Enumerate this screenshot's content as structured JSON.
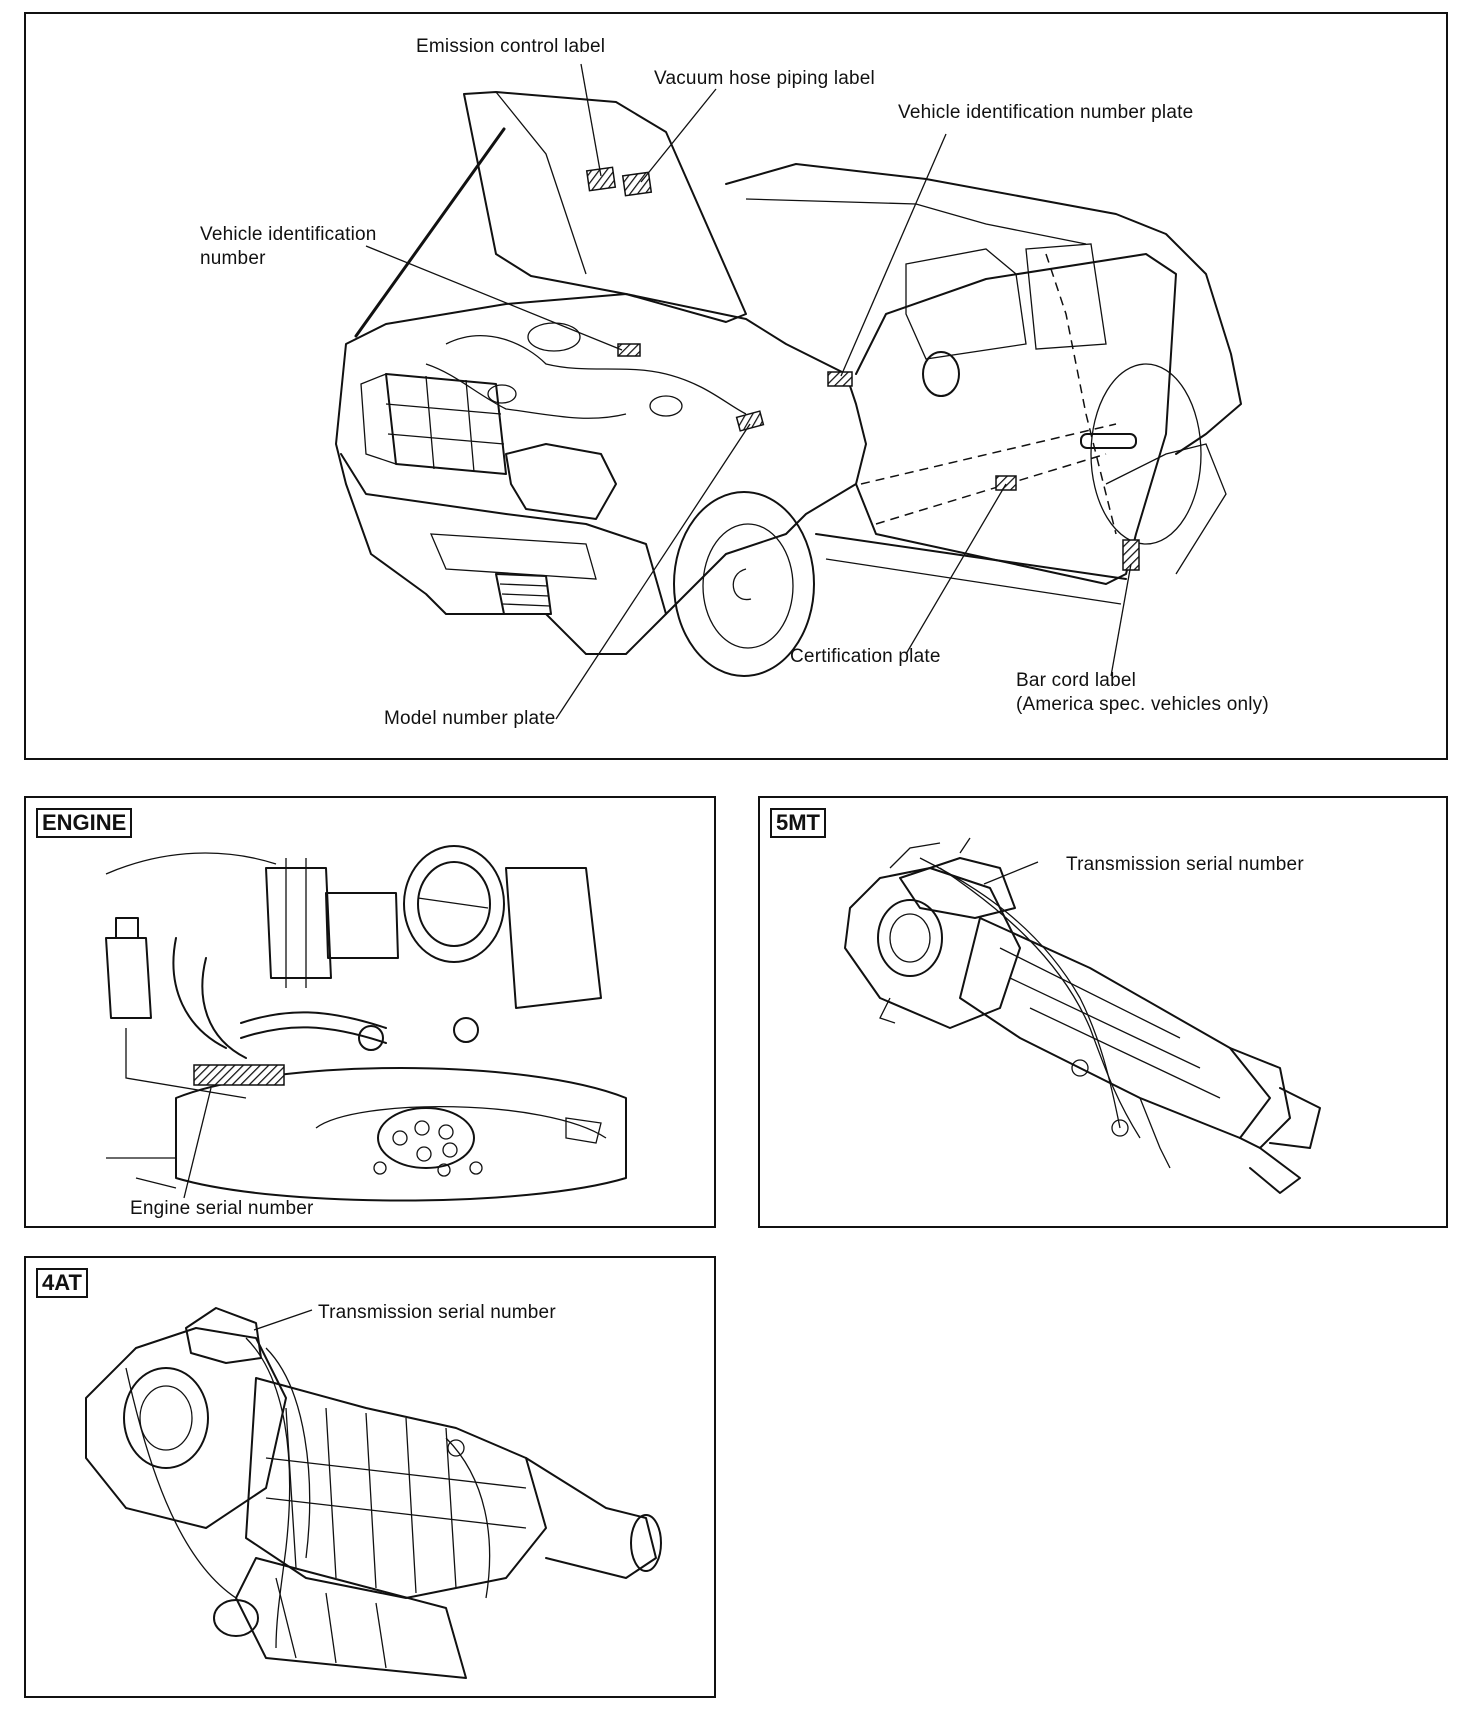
{
  "vehicle_panel": {
    "labels": {
      "emission_control_label": "Emission control label",
      "vacuum_hose_piping_label": "Vacuum hose piping label",
      "vin_plate": "Vehicle identification number plate",
      "vin_line1": "Vehicle identification",
      "vin_line2": "number",
      "certification_plate": "Certification plate",
      "bar_cord_line1": "Bar cord label",
      "bar_cord_line2": "(America spec. vehicles only)",
      "model_number_plate": "Model number plate"
    }
  },
  "engine_panel": {
    "tag": "ENGINE",
    "serial_label": "Engine serial number"
  },
  "mt_panel": {
    "tag": "5MT",
    "serial_label": "Transmission serial number"
  },
  "at_panel": {
    "tag": "4AT",
    "serial_label": "Transmission serial number"
  }
}
